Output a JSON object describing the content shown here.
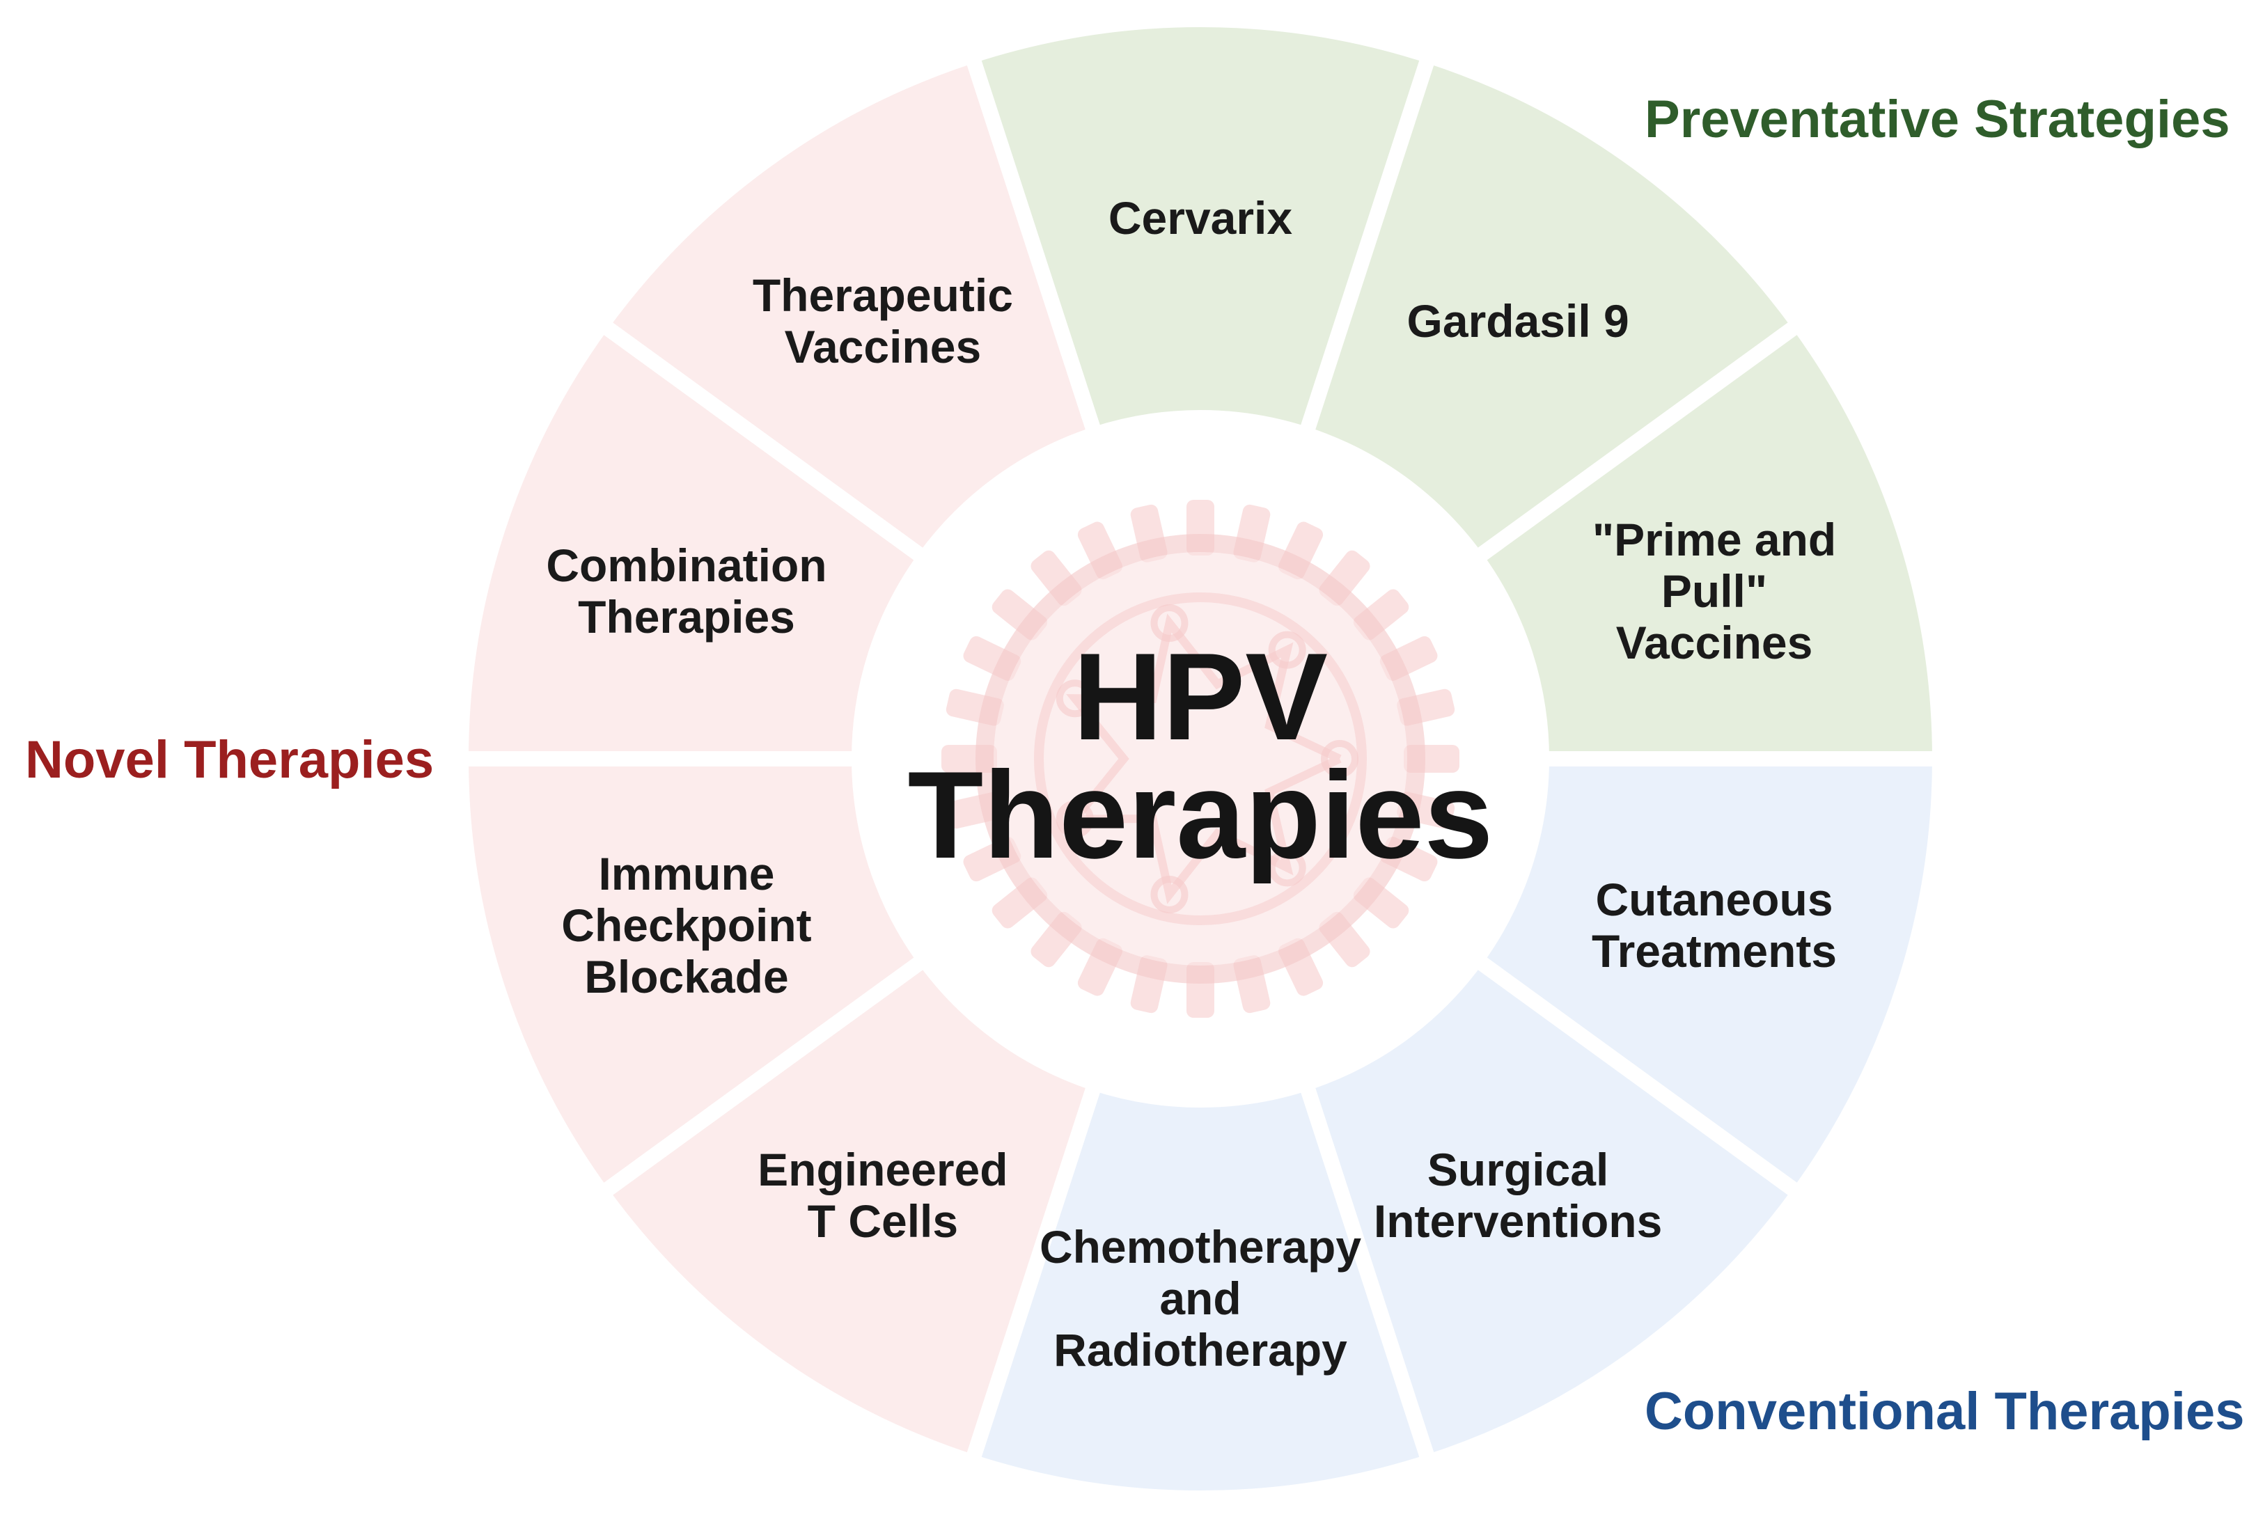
{
  "center": {
    "title_line1": "HPV",
    "title_line2": "Therapies",
    "icon": "virus-icon"
  },
  "groups": [
    {
      "id": "preventative",
      "title": "Preventative Strategies",
      "fill": "#e5eedd",
      "title_color": "#2f5d2b"
    },
    {
      "id": "conventional",
      "title": "Conventional Therapies",
      "fill": "#eaf1fb",
      "title_color": "#1e4e8c"
    },
    {
      "id": "novel",
      "title": "Novel Therapies",
      "fill": "#fcecec",
      "title_color": "#9b1f1f"
    }
  ],
  "segments": [
    {
      "group": "preventative",
      "lines": [
        "Cervarix"
      ]
    },
    {
      "group": "preventative",
      "lines": [
        "Gardasil 9"
      ]
    },
    {
      "group": "preventative",
      "lines": [
        "\"Prime and",
        "Pull\"",
        "Vaccines"
      ]
    },
    {
      "group": "conventional",
      "lines": [
        "Cutaneous",
        "Treatments"
      ]
    },
    {
      "group": "conventional",
      "lines": [
        "Surgical",
        "Interventions"
      ]
    },
    {
      "group": "conventional",
      "lines": [
        "Chemotherapy",
        "and",
        "Radiotherapy"
      ]
    },
    {
      "group": "novel",
      "lines": [
        "Engineered",
        "T Cells"
      ]
    },
    {
      "group": "novel",
      "lines": [
        "Immune",
        "Checkpoint",
        "Blockade"
      ]
    },
    {
      "group": "novel",
      "lines": [
        "Combination",
        "Therapies"
      ]
    },
    {
      "group": "novel",
      "lines": [
        "Therapeutic",
        "Vaccines"
      ]
    }
  ],
  "virus_icon_color": "#f5c9c9"
}
